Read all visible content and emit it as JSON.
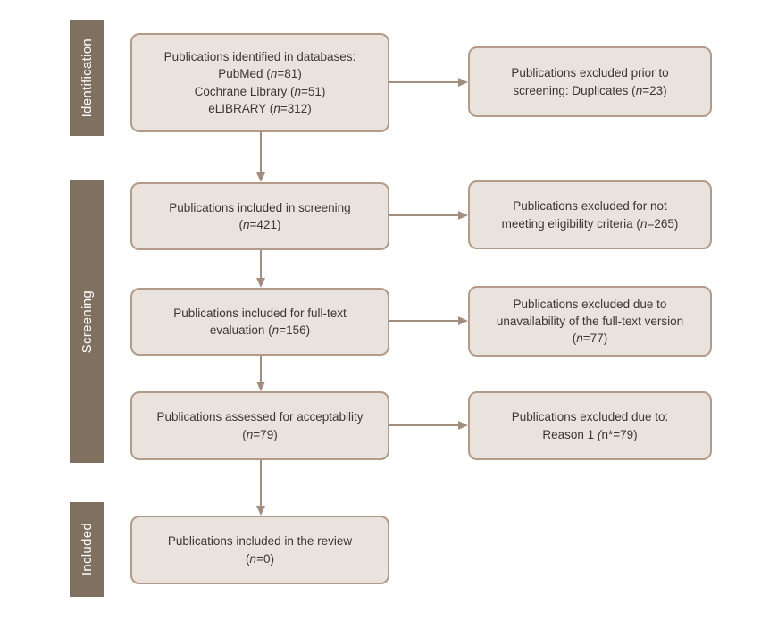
{
  "colors": {
    "stage_bar": "#807060",
    "stage_text": "#ffffff",
    "box_fill": "#eae2dc",
    "box_border": "#b39b89",
    "arrow": "#a28e7e",
    "box_text": "#3b3734"
  },
  "stages": [
    {
      "label": "Identification"
    },
    {
      "label": "Screening"
    },
    {
      "label": "Included"
    }
  ],
  "flow_boxes": {
    "identified": {
      "lines": [
        "Publications identified in databases:",
        "PubMed (*n*=81)",
        "Cochrane Library (*n*=51)",
        "eLIBRARY (*n*=312)"
      ]
    },
    "screening": {
      "lines": [
        "Publications included in screening",
        "(*n*=421)"
      ]
    },
    "fulltext": {
      "lines": [
        "Publications included for full-text",
        "evaluation (*n*=156)"
      ]
    },
    "assessed": {
      "lines": [
        "Publications assessed for acceptability",
        "(*n*=79)"
      ]
    },
    "included": {
      "lines": [
        "Publications included in the review",
        "(*n*=0)"
      ]
    }
  },
  "excluded_boxes": {
    "duplicates": {
      "lines": [
        "Publications excluded prior to",
        "screening: Duplicates (*n*=23)"
      ]
    },
    "eligibility": {
      "lines": [
        "Publications excluded for not",
        "meeting eligibility criteria (*n*=265)"
      ]
    },
    "unavailable": {
      "lines": [
        "Publications excluded due to",
        "unavailability of the full-text version",
        "(*n*=77)"
      ]
    },
    "reason1": {
      "lines": [
        "Publications excluded due to:",
        "Reason 1^*^ (*n*=79)"
      ]
    }
  }
}
